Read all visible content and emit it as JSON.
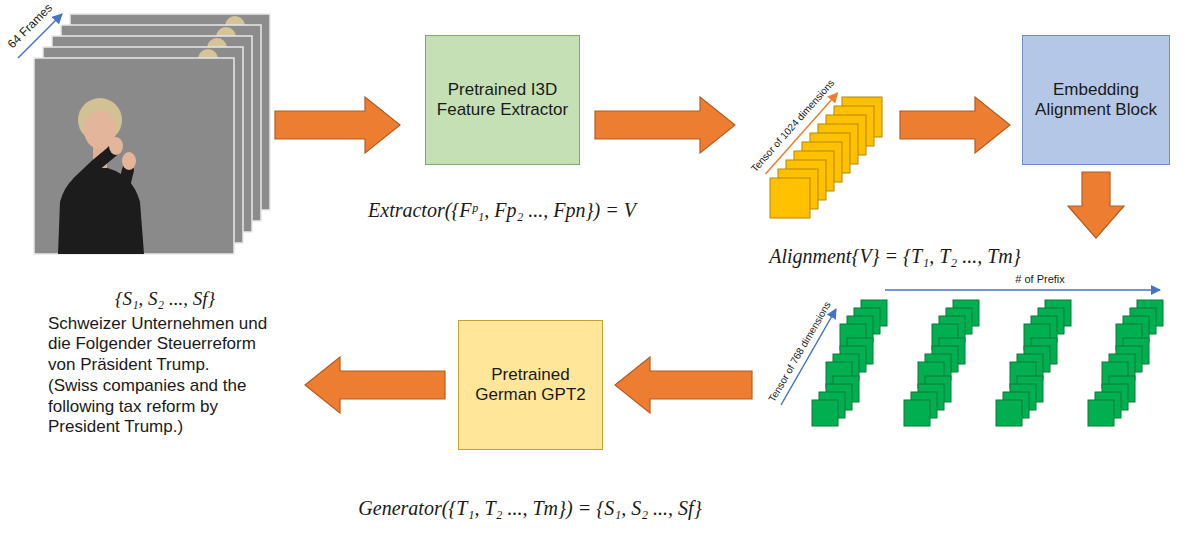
{
  "diagram": {
    "nodes": [
      {
        "text": [
          "Pretrained I3D Feature Extractor"
        ]
      },
      {
        "text": [
          "Embedding Alignment Block"
        ]
      },
      {
        "text": [
          "Pretrained German GPT2"
        ]
      }
    ],
    "labels": [
      "64 Frames",
      "Extractor({Fᵖ₁, Fp₂ ..., Fpn}) = V",
      "Tensor of 1024 dimensions",
      "Alignment{V} = {T₁, T₂ ..., Tm}",
      "Tensor of 768 dimensions",
      "# of Prefix",
      "{S₁, S₂ ..., Sf}",
      "Schweizer Unternehmen und die Folgender Steuerreform von Präsident Trump.",
      "(Swiss companies and the following tax reform by President Trump.)",
      "Generator({T₁, T₂ ..., Tm}) = {S₁, S₂ ..., Sf}"
    ]
  }
}
